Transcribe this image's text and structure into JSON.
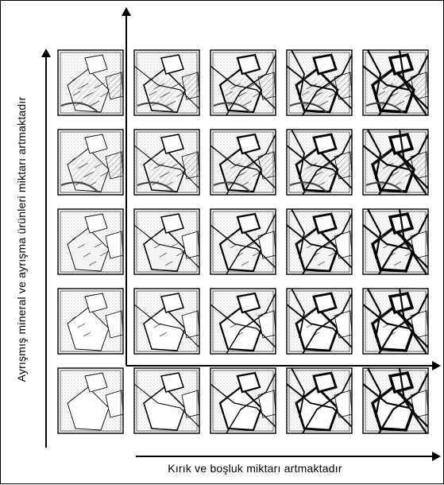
{
  "figure": {
    "x_axis_label": "Kırık ve boşluk miktarı artmaktadır",
    "y_axis_label": "Ayrışmış mineral ve ayrışma ürünleri miktarı artmaktadır",
    "grid": {
      "rows": 5,
      "columns": 5
    },
    "colors": {
      "ink": "#000000",
      "paper": "#ffffff",
      "stipple": "#9a9a9a"
    }
  }
}
